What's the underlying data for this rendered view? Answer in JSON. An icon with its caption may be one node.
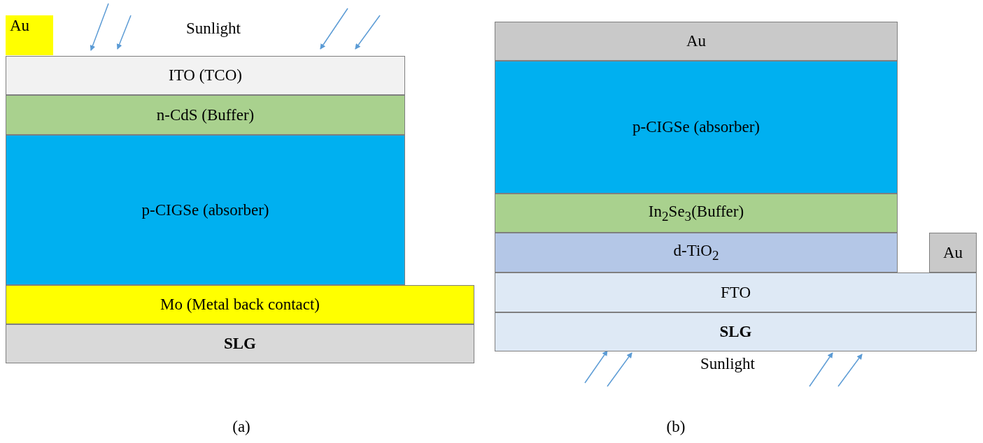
{
  "diagram": {
    "nodes": [
      {
        "text": [
          "Au"
        ]
      },
      {
        "text": [
          "ITO  (TCO)"
        ]
      },
      {
        "text": [
          "n-CdS (Buffer)"
        ]
      },
      {
        "text": [
          "p-CIGSe (absorber)"
        ]
      },
      {
        "text": [
          "Mo (Metal back contact)"
        ]
      },
      {
        "text": [
          "SLG"
        ]
      },
      {
        "text": [
          "Au"
        ]
      },
      {
        "text": [
          "p-CIGSe (absorber)"
        ]
      },
      {
        "text": [
          "In$_{2}$Se$_{3}$(Buffer)"
        ]
      },
      {
        "text": [
          "d-TiO$_{2}$"
        ]
      },
      {
        "text": [
          "Au"
        ]
      },
      {
        "text": [
          "FTO"
        ]
      },
      {
        "text": [
          "SLG"
        ]
      }
    ],
    "labels": [
      "Sunlight",
      "Sunlight",
      "(a)",
      "(b)"
    ]
  }
}
